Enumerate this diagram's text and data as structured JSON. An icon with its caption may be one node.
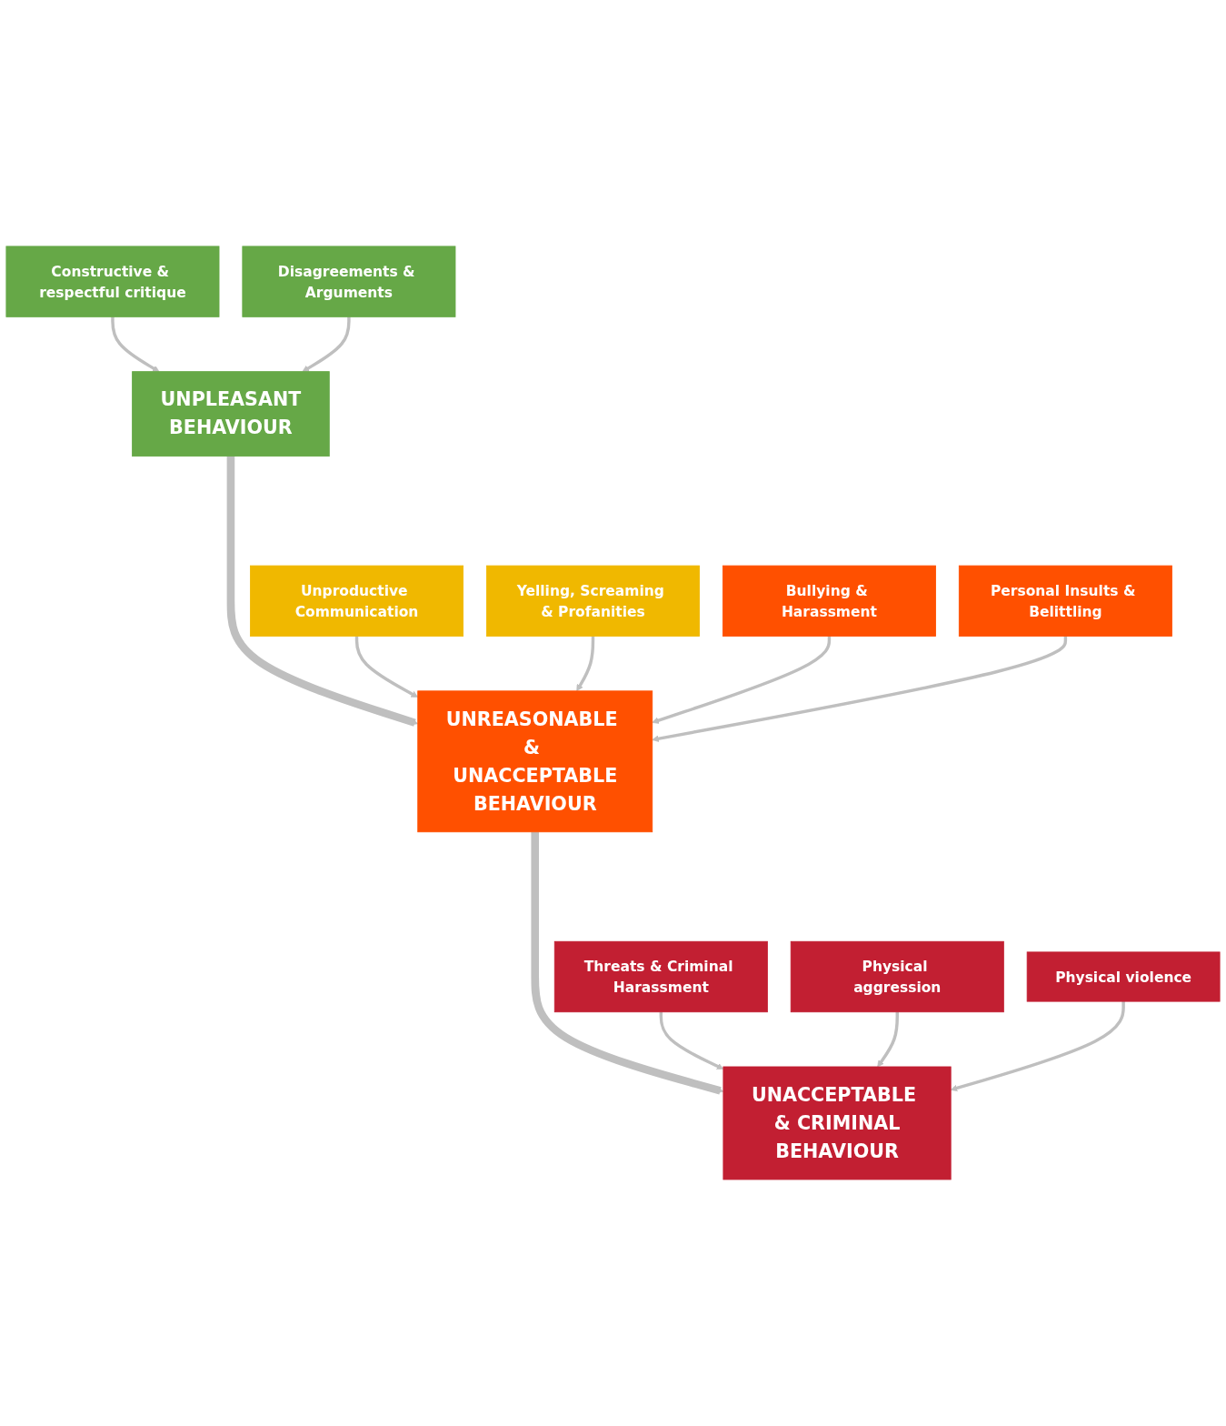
{
  "diagram": {
    "nodes": [
      {
        "text": [
          "UNPLEASANT",
          "BEHAVIOUR"
        ]
      },
      {
        "text": [
          "Constructive & respectful critique"
        ]
      },
      {
        "text": [
          "Disagreements & Arguments"
        ]
      },
      {
        "text": [
          "UNREASONABLE & UNACCEPTABLE",
          "BEHAVIOUR"
        ]
      },
      {
        "text": [
          "Unproductive Communication"
        ]
      },
      {
        "text": [
          "Yelling, Screaming & Profanities"
        ]
      },
      {
        "text": [
          "Bullying & Harassment"
        ]
      },
      {
        "text": [
          "Personal Insults & Belittling"
        ]
      },
      {
        "text": [
          "UNACCEPTABLE & CRIMINAL",
          "BEHAVIOUR"
        ]
      },
      {
        "text": [
          "Threats & Criminal Harassment"
        ]
      },
      {
        "text": [
          "Physical aggression"
        ]
      },
      {
        "text": [
          "Physical violence"
        ]
      }
    ],
    "edges": [
      {
        "from": 1,
        "to": 0,
        "arrow": "to"
      },
      {
        "from": 2,
        "to": 0,
        "arrow": "to"
      },
      {
        "from": 0,
        "to": 3,
        "arrow": "to",
        "style": "thick"
      },
      {
        "from": 4,
        "to": 3,
        "arrow": "to"
      },
      {
        "from": 5,
        "to": 3,
        "arrow": "to"
      },
      {
        "from": 6,
        "to": 3,
        "arrow": "to"
      },
      {
        "from": 7,
        "to": 3,
        "arrow": "to"
      },
      {
        "from": 3,
        "to": 8,
        "arrow": "to",
        "style": "thick"
      },
      {
        "from": 9,
        "to": 8,
        "arrow": "to"
      },
      {
        "from": 10,
        "to": 8,
        "arrow": "to"
      },
      {
        "from": 11,
        "to": 8,
        "arrow": "to"
      }
    ]
  }
}
